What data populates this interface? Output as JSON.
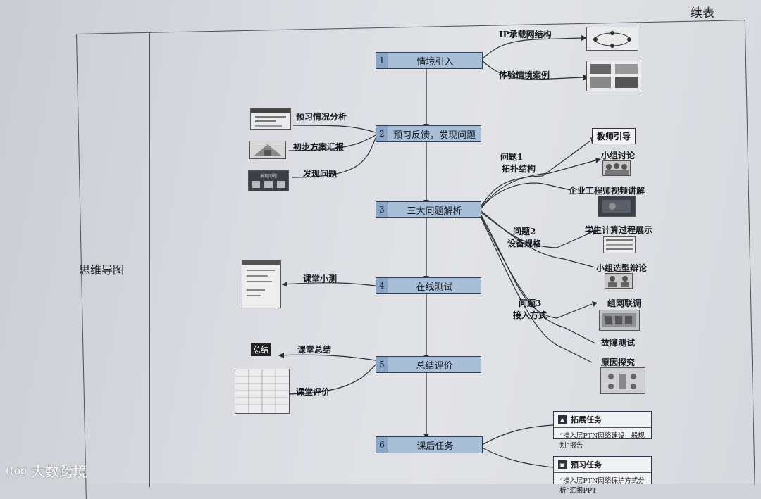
{
  "continued_label": "续表",
  "row_title": "思维导图",
  "nodes": [
    {
      "num": "1",
      "label": "情境引入"
    },
    {
      "num": "2",
      "label": "预习反馈，发现问题"
    },
    {
      "num": "3",
      "label": "三大问题解析"
    },
    {
      "num": "4",
      "label": "在线测试"
    },
    {
      "num": "5",
      "label": "总结评价"
    },
    {
      "num": "6",
      "label": "课后任务"
    }
  ],
  "branch_labels": {
    "ip_network": "IP承载网结构",
    "case": "体验情境案例",
    "preview_analysis": "预习情况分析",
    "initial_plan": "初步方案汇报",
    "find_problem": "发现问题",
    "q1": "问题1",
    "q1_sub": "拓扑结构",
    "q2": "问题2",
    "q2_sub": "设备规格",
    "q3": "问题3",
    "q3_sub": "接入方式",
    "teacher_guide": "教师引导",
    "group_discussion": "小组讨论",
    "engineer_video": "企业工程师视频讲解",
    "student_calc": "学生计算过程展示",
    "group_debate": "小组选型辩论",
    "network_debug": "组网联调",
    "fault_test": "故障测试",
    "cause_explore": "原因探究",
    "quiz": "课堂小测",
    "summary": "课堂总结",
    "evaluation": "课堂评价"
  },
  "thumb_text": {
    "summary_badge": "总结",
    "find_problem_banner": "发现问题"
  },
  "tasks": [
    {
      "icon": "▲",
      "title": "拓展任务",
      "body": "“接入层PTN网络建设—般规划”报告"
    },
    {
      "icon": "▣",
      "title": "预习任务",
      "body": "“接入层PTN网络保护方式分析”汇报PPT"
    }
  ],
  "watermark": {
    "logo": "((oo",
    "text": "大数跨境"
  }
}
